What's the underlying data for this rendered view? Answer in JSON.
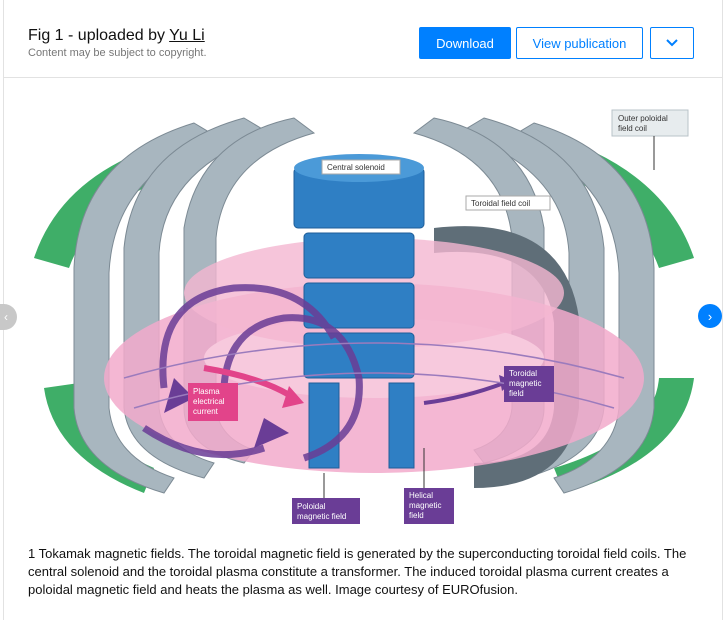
{
  "header": {
    "title_prefix": "Fig 1 - uploaded by ",
    "uploader": "Yu Li",
    "subtitle": "Content may be subject to copyright.",
    "download_label": "Download",
    "view_label": "View publication"
  },
  "figure": {
    "labels": {
      "outer_poloidal_1": "Outer poloidal",
      "outer_poloidal_2": "field coil",
      "central_solenoid": "Central solenoid",
      "toroidal_coil": "Toroidal field coil",
      "plasma_1": "Plasma",
      "plasma_2": "electrical",
      "plasma_3": "current",
      "toroidal_field_1": "Toroidal",
      "toroidal_field_2": "magnetic",
      "toroidal_field_3": "field",
      "poloidal_field_1": "Poloidal",
      "poloidal_field_2": "magnetic field",
      "helical_1": "Helical",
      "helical_2": "magnetic",
      "helical_3": "field"
    },
    "colors": {
      "coil": "#a8b6bf",
      "coil_dark": "#5f6e78",
      "outer_coil": "#3fae68",
      "solenoid": "#2f7fc4",
      "plasma": "#f2aacb",
      "arrow_purple": "#6a3d96",
      "arrow_pink": "#e2448a"
    }
  },
  "nav": {
    "prev_icon": "chevron-left-icon",
    "next_icon": "chevron-right-icon"
  },
  "caption": "1 Tokamak magnetic fields. The toroidal magnetic field is generated by the superconducting toroidal field coils. The central solenoid and the toroidal plasma constitute a transformer. The induced toroidal plasma current creates a poloidal magnetic field and heats the plasma as well. Image courtesy of EUROfusion."
}
